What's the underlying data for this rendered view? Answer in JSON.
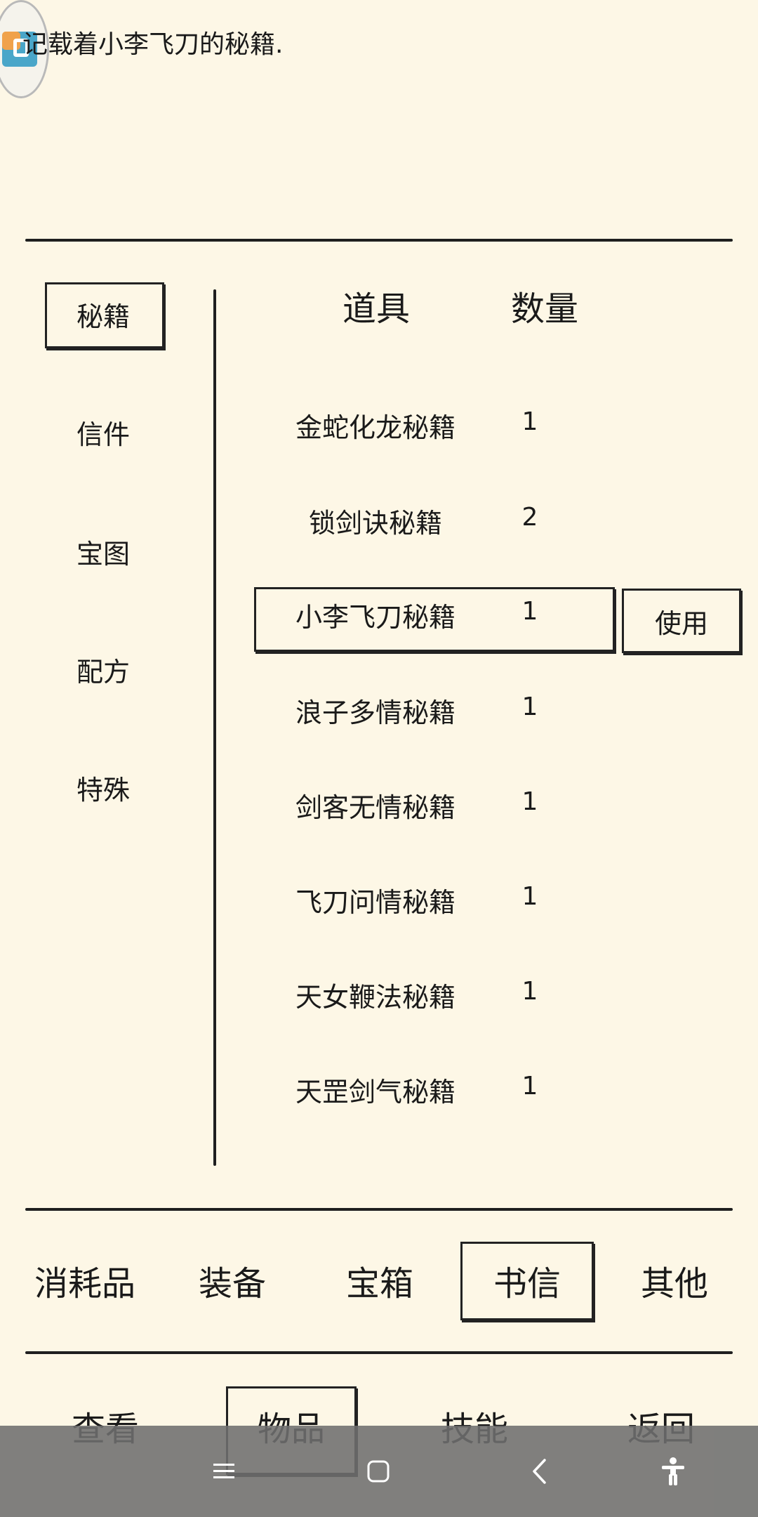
{
  "description": "记载着小李飞刀的秘籍.",
  "categories": [
    {
      "label": "秘籍",
      "selected": true
    },
    {
      "label": "信件",
      "selected": false
    },
    {
      "label": "宝图",
      "selected": false
    },
    {
      "label": "配方",
      "selected": false
    },
    {
      "label": "特殊",
      "selected": false
    }
  ],
  "table": {
    "col_item": "道具",
    "col_qty": "数量",
    "rows": [
      {
        "name": "金蛇化龙秘籍",
        "qty": "1",
        "selected": false
      },
      {
        "name": "锁剑诀秘籍",
        "qty": "2",
        "selected": false
      },
      {
        "name": "小李飞刀秘籍",
        "qty": "1",
        "selected": true
      },
      {
        "name": "浪子多情秘籍",
        "qty": "1",
        "selected": false
      },
      {
        "name": "剑客无情秘籍",
        "qty": "1",
        "selected": false
      },
      {
        "name": "飞刀问情秘籍",
        "qty": "1",
        "selected": false
      },
      {
        "name": "天女鞭法秘籍",
        "qty": "1",
        "selected": false
      },
      {
        "name": "天罡剑气秘籍",
        "qty": "1",
        "selected": false
      }
    ]
  },
  "use_button": "使用",
  "bag_tabs": [
    {
      "label": "消耗品",
      "selected": false
    },
    {
      "label": "装备",
      "selected": false
    },
    {
      "label": "宝箱",
      "selected": false
    },
    {
      "label": "书信",
      "selected": true
    },
    {
      "label": "其他",
      "selected": false
    }
  ],
  "nav_tabs": [
    {
      "label": "查看",
      "selected": false
    },
    {
      "label": "物品",
      "selected": true
    },
    {
      "label": "技能",
      "selected": false
    },
    {
      "label": "返回",
      "selected": false
    }
  ],
  "system_bar": {
    "icons": [
      "menu-icon",
      "home-icon",
      "back-icon",
      "accessibility-icon"
    ],
    "color": "#6e6e6e"
  }
}
